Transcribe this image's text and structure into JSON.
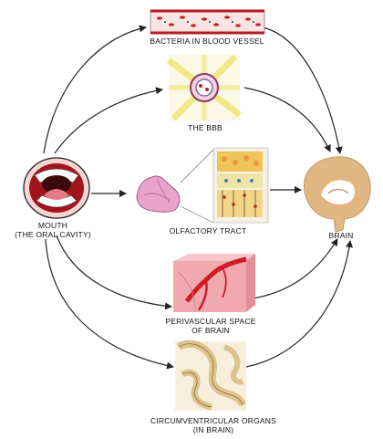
{
  "labels": {
    "bacteria": "BACTERIA IN BLOOD VESSEL",
    "bbb": "THE BBB",
    "mouth_line1": "MOUTH",
    "mouth_line2": "(THE ORAL CAVITY)",
    "olfactory": "OLFACTORY TRACT",
    "brain": "BRAIN",
    "perivascular_line1": "PERIVASCULAR SPACE",
    "perivascular_line2": "OF BRAIN",
    "cvo_line1": "CIRCUMVENTRICULAR ORGANS",
    "cvo_line2": "(IN BRAIN)"
  },
  "colors": {
    "brain": "#e0b783",
    "mouth_red": "#a3151b",
    "tissue_pink": "#f1a9b0",
    "vessel_red": "#d01a24",
    "olfactory_pink": "#e7a3c9",
    "bbb_yellow": "#f0e98a",
    "cvo_tan": "#dcc28c"
  }
}
